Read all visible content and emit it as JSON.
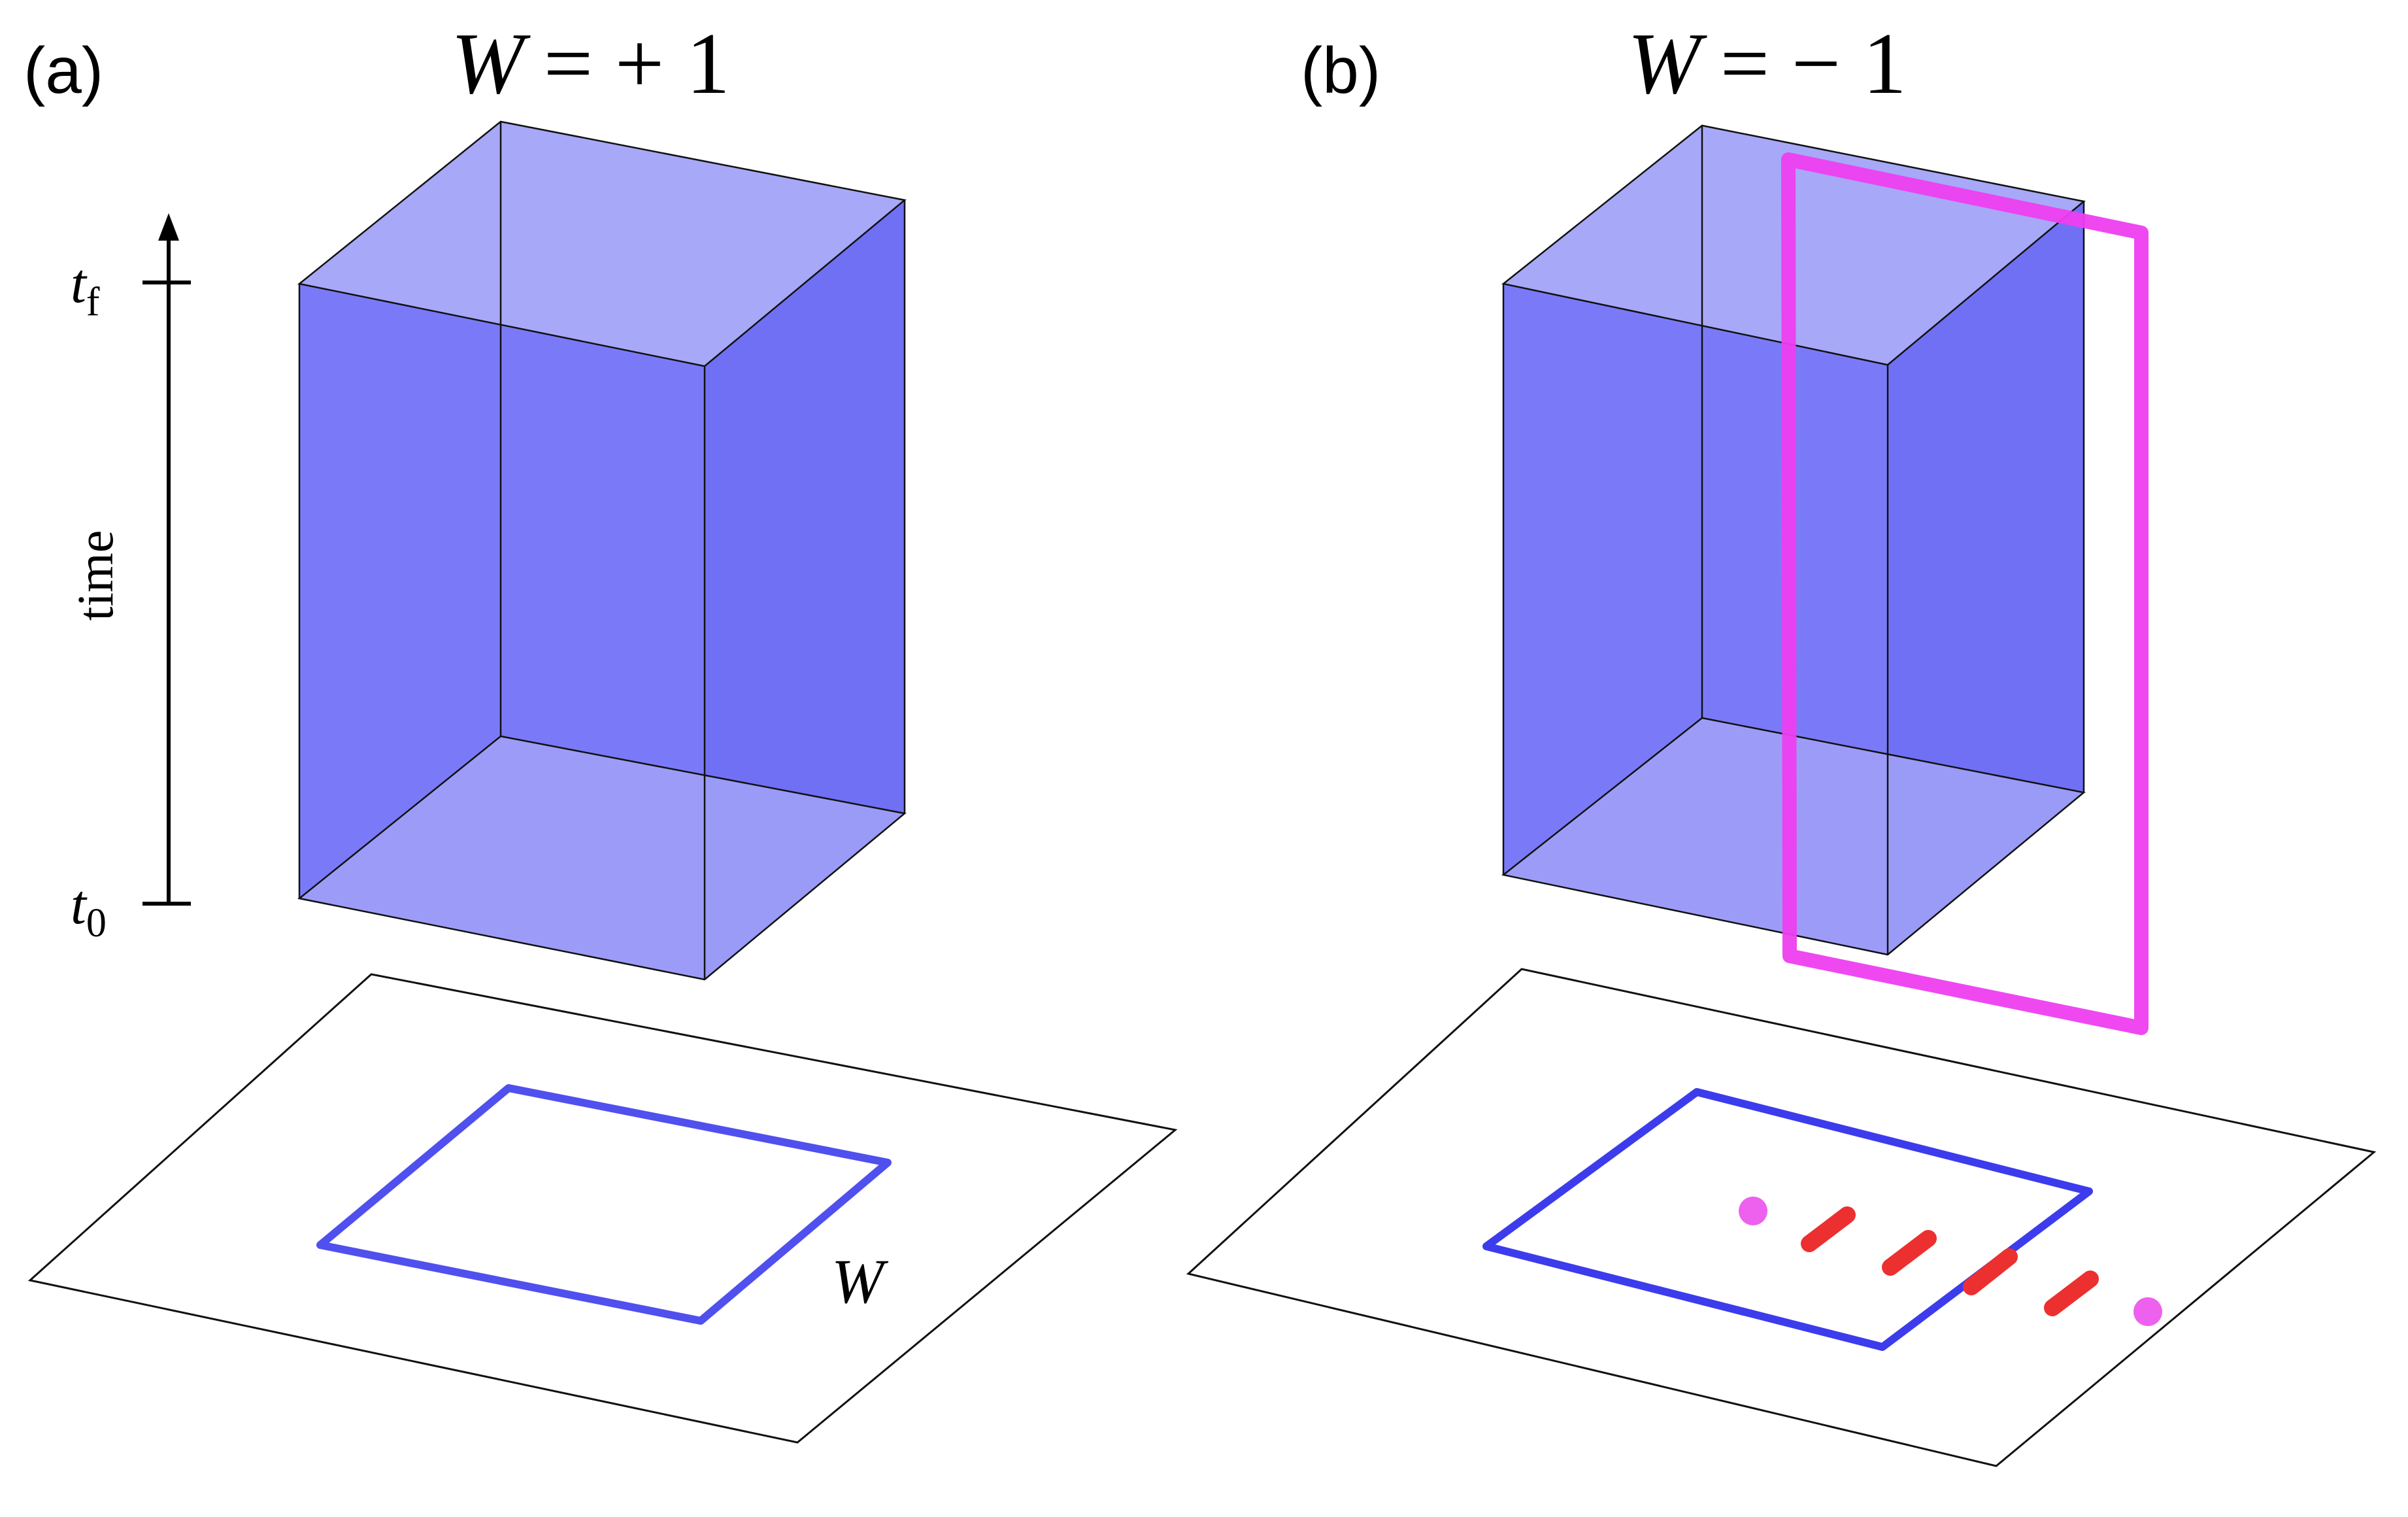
{
  "panels": [
    {
      "label": "(a)",
      "title": {
        "lhs": "W",
        "rhs": "= + 1"
      },
      "loop_label": "W"
    },
    {
      "label": "(b)",
      "title": {
        "lhs": "W",
        "rhs": "= − 1"
      }
    }
  ],
  "time_axis": {
    "label": "time",
    "tick_top": {
      "base": "t",
      "sub": "f"
    },
    "tick_bottom": {
      "base": "t",
      "sub": "0"
    }
  },
  "colors": {
    "cuboid_face": "#7c7cf8",
    "cuboid_face_top_bottom": "#a8a8f8",
    "loop_blue": "#3c3cec",
    "magenta_frame": "#ee3ef0",
    "red_segment": "#ec3030",
    "pink_dot": "#ee60ee",
    "outline": "#111111"
  }
}
